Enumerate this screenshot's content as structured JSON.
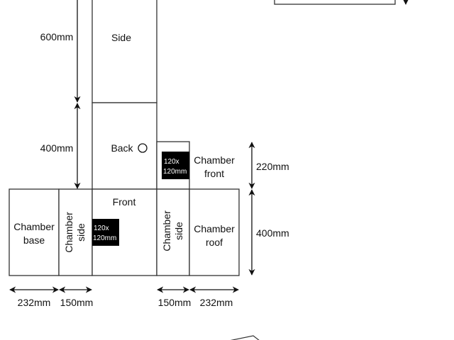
{
  "panels": {
    "side": "Side",
    "back": "Back",
    "front": "Front",
    "chamber_front": [
      "Chamber",
      "front"
    ],
    "chamber_base": [
      "Chamber",
      "base"
    ],
    "chamber_side": [
      "Chamber",
      "side"
    ],
    "chamber_roof": [
      "Chamber",
      "roof"
    ]
  },
  "fan_label": [
    "120x",
    "120mm"
  ],
  "dimensions": {
    "side_height": "600mm",
    "back_height": "400mm",
    "chamber_front_height": "220mm",
    "chamber_height": "400mm",
    "base_width": "232mm",
    "side_width": "150mm",
    "side_width_right": "150mm",
    "roof_width": "232mm"
  }
}
